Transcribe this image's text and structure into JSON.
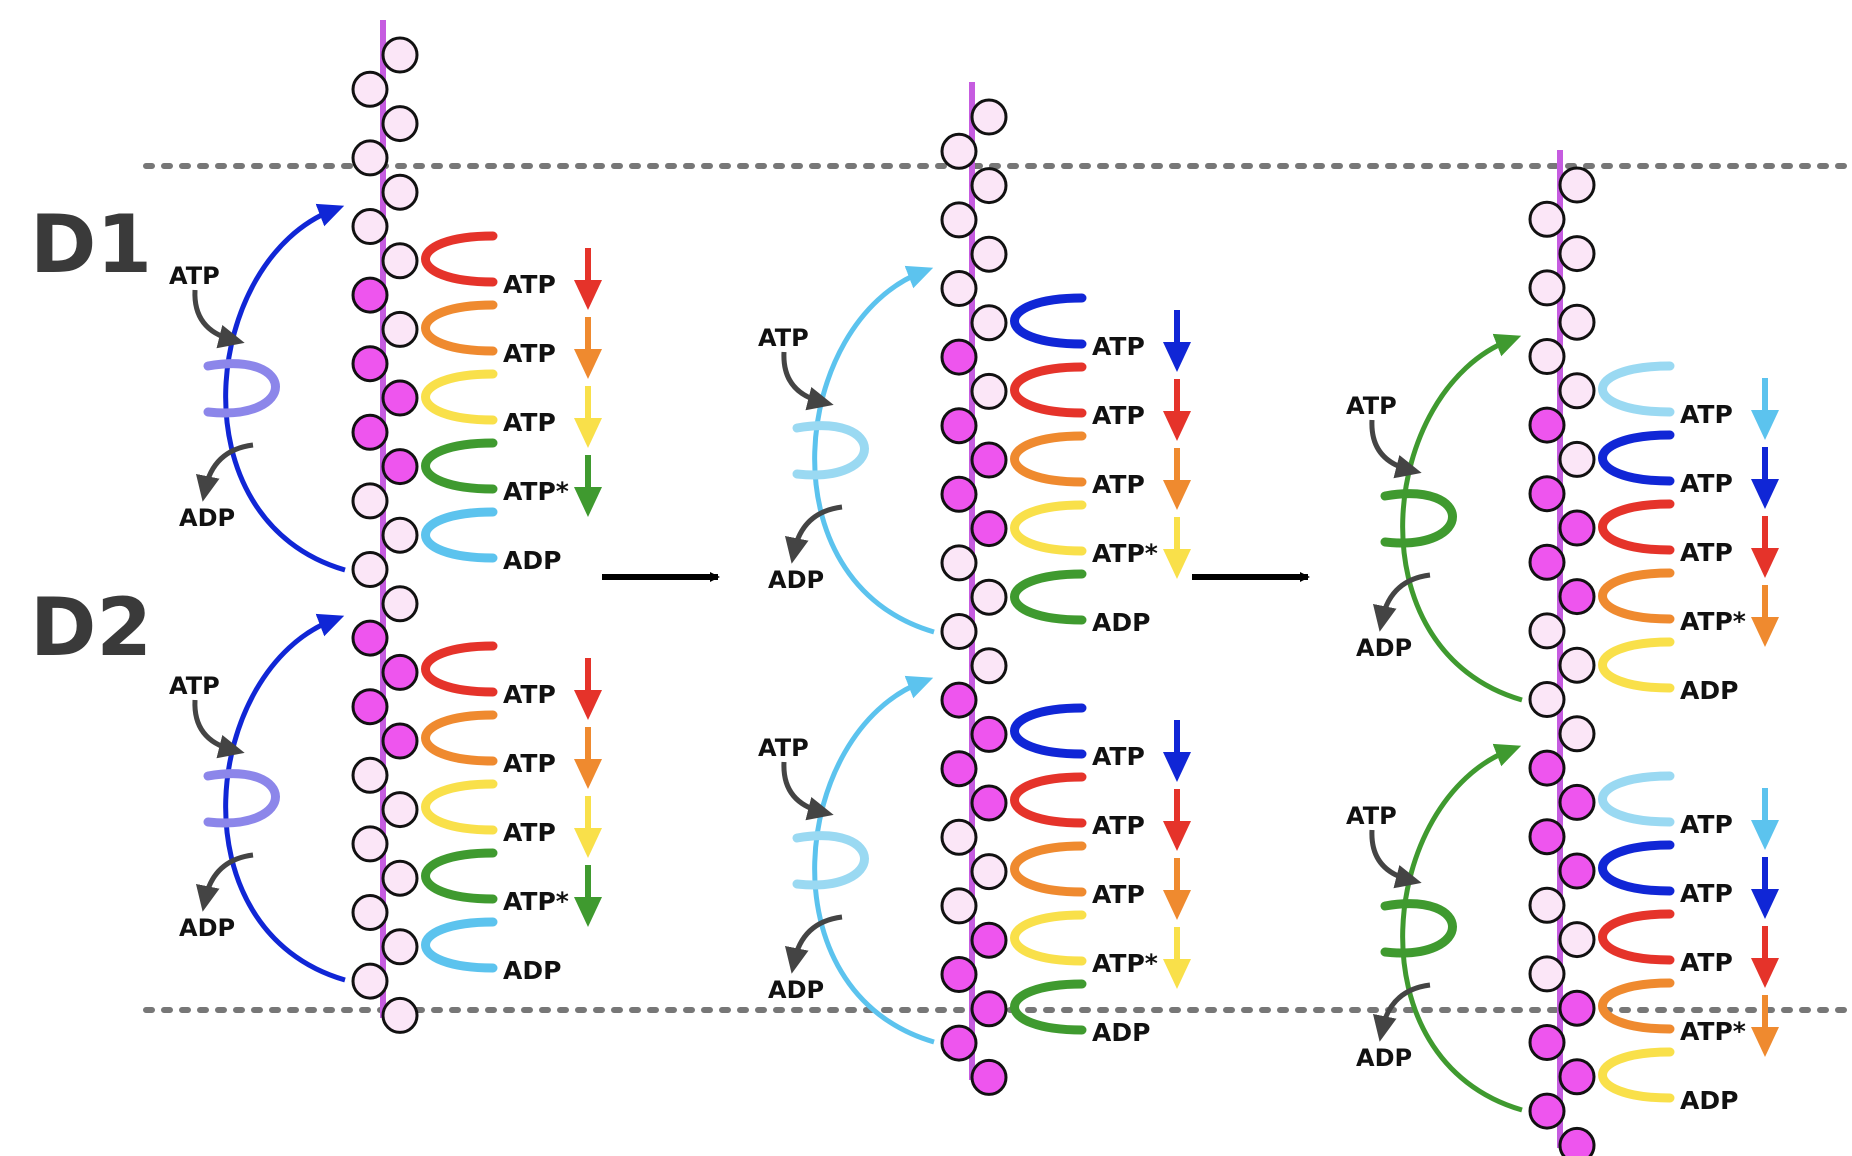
{
  "domains": {
    "top": "D1",
    "bottom": "D2"
  },
  "labels": {
    "atp": "ATP",
    "adp": "ADP",
    "atp_star": "ATP*"
  },
  "subunit_colors": {
    "red": "#e5332a",
    "orange": "#ef8a2f",
    "yellow": "#f9e04a",
    "green": "#3f9a2f",
    "lightblue": "#5cc3ee",
    "blue": "#1026d6",
    "paleblue": "#9ad9f2",
    "lavender": "#8c86ea"
  },
  "bead_colors": {
    "filled": "#ee55ee",
    "empty": "#fbe6f7"
  },
  "substrate_color": "#c65ce0",
  "panels": [
    {
      "id": "panel-1",
      "translocating_subunit": "lavender",
      "swing_arrow": "blue",
      "stack": [
        "red",
        "orange",
        "yellow",
        "green",
        "lightblue"
      ],
      "stack_labels": [
        "ATP",
        "ATP",
        "ATP",
        "ATP*",
        "ADP"
      ],
      "stack_arrows": [
        "red",
        "orange",
        "yellow",
        "green"
      ]
    },
    {
      "id": "panel-2",
      "translocating_subunit": "paleblue",
      "swing_arrow": "lightblue",
      "stack": [
        "blue",
        "red",
        "orange",
        "yellow",
        "green"
      ],
      "stack_labels": [
        "ATP",
        "ATP",
        "ATP",
        "ATP*",
        "ADP"
      ],
      "stack_arrows": [
        "blue",
        "red",
        "orange",
        "yellow"
      ]
    },
    {
      "id": "panel-3",
      "translocating_subunit": "green",
      "swing_arrow": "green",
      "stack": [
        "paleblue",
        "blue",
        "red",
        "orange",
        "yellow"
      ],
      "stack_labels": [
        "ATP",
        "ATP",
        "ATP",
        "ATP*",
        "ADP"
      ],
      "stack_arrows": [
        "lightblue",
        "blue",
        "red",
        "orange"
      ]
    }
  ]
}
